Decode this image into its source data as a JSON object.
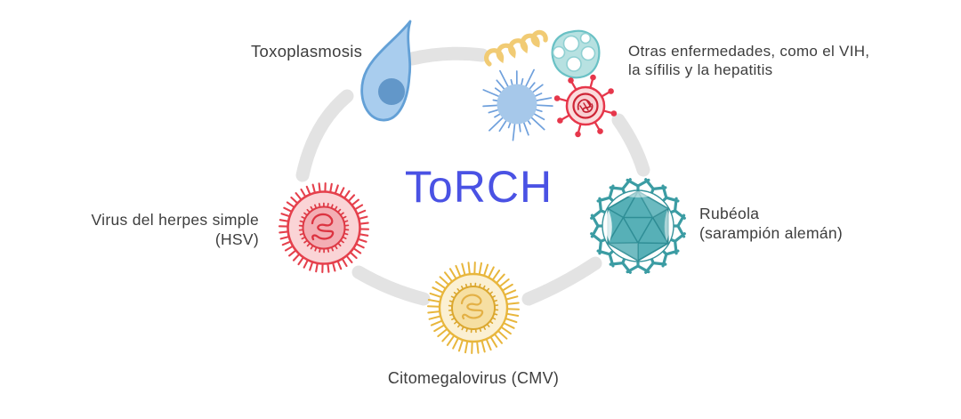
{
  "diagram": {
    "center_title": "ToRCH",
    "labels": {
      "toxoplasmosis": "Toxoplasmosis",
      "others": {
        "line1": "Otras enfermedades, como el VIH,",
        "line2": "la sífilis y la hepatitis"
      },
      "rubella": {
        "line1": "Rubéola",
        "line2": "(sarampión alemán)"
      },
      "herpes": {
        "line1": "Virus del herpes simple",
        "line2": "(HSV)"
      },
      "cmv": "Citomegalovirus (CMV)"
    },
    "icons": [
      "toxoplasma-parasite-icon",
      "spirochete-icon",
      "capsid-virus-icon",
      "spiky-virus-icon",
      "red-virus-icon",
      "rubella-virus-icon",
      "hsv-virus-icon",
      "cmv-virus-icon",
      "dashed-circle-arcs"
    ],
    "colors": {
      "title_blue": "#4a52e4",
      "label_dark": "#3d3d3d",
      "arc_gray": "#e3e3e3",
      "toxoplasma_blue": "#63a0d6",
      "spirochete_yellow": "#f1cb74",
      "capsid_teal": "#69c1c5",
      "spiky_virus_blue": "#6fa0dc",
      "red_virus_red": "#e6374b",
      "rubella_teal": "#3b9ca3",
      "herpes_red": "#e5404c",
      "cmv_yellow": "#e8b63c"
    }
  }
}
